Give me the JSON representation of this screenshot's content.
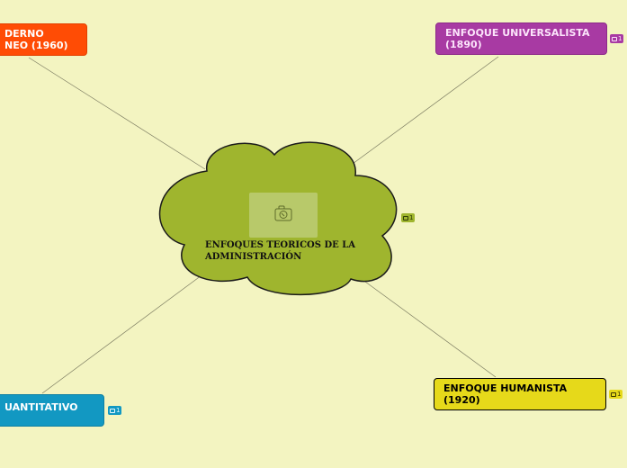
{
  "central": {
    "title": "ENFOQUES TEORICOS DE LA\nADMINISTRACIÓN",
    "image_icon": "camera-icon"
  },
  "nodes": [
    {
      "id": "tl",
      "label": "DERNO\nNEO (1960)",
      "color": "#ff4c05"
    },
    {
      "id": "tr",
      "label": "ENFOQUE UNIVERSALISTA\n(1890)",
      "color": "#a83aa3"
    },
    {
      "id": "bl",
      "label": "UANTITATIVO",
      "color": "#1298c2"
    },
    {
      "id": "br",
      "label": "ENFOQUE HUMANISTA\n(1920)",
      "color": "#e6d91a"
    }
  ],
  "badges": {
    "center": "1",
    "tr": "1",
    "bl": "1",
    "br": "1"
  },
  "colors": {
    "background": "#f3f4c1",
    "cloud": "#9fb52e",
    "connector": "#7a7a60"
  }
}
